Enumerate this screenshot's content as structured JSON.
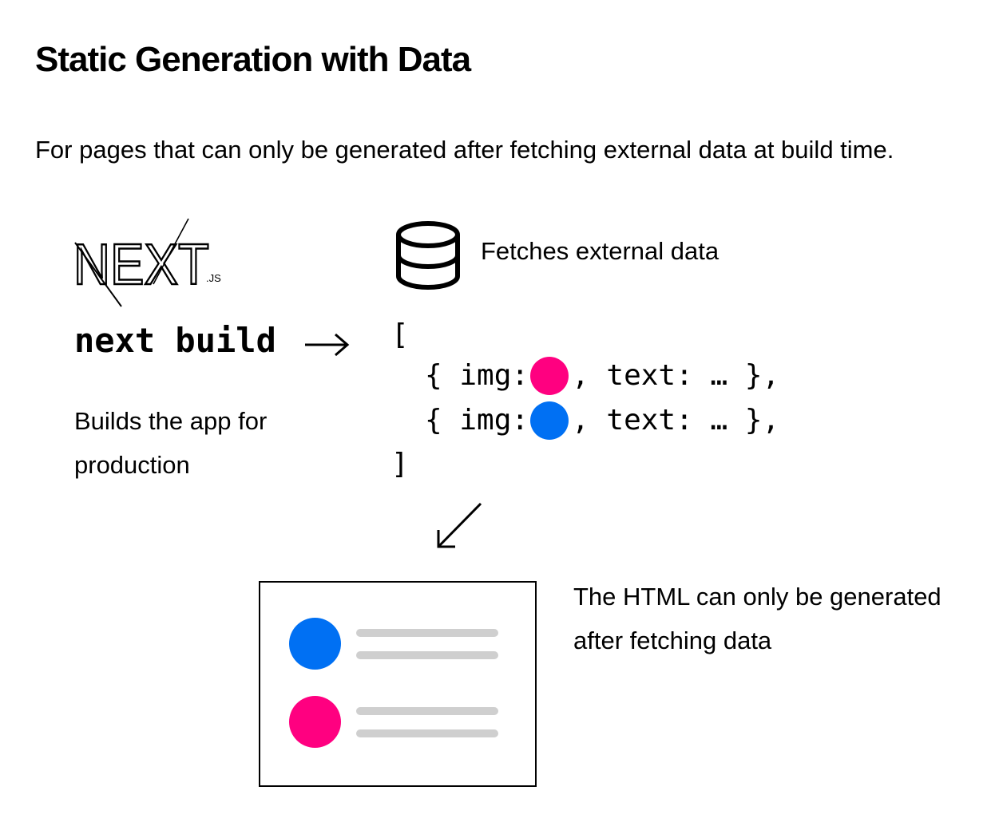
{
  "title": "Static Generation with Data",
  "subtitle": "For pages that can only be generated after fetching external data at build time.",
  "logo": {
    "wordmark": "NEXT",
    "suffix": ".JS"
  },
  "build": {
    "command": "next build",
    "description": "Builds the app for production"
  },
  "fetch": {
    "label": "Fetches external data"
  },
  "code": {
    "open": "[",
    "rows": [
      {
        "prefix": "{ img:",
        "suffix": ", text: … },",
        "color": "#ff0080"
      },
      {
        "prefix": "{ img:",
        "suffix": ", text: … },",
        "color": "#0070f3"
      }
    ],
    "close": "]"
  },
  "output": {
    "items": [
      {
        "color": "#0070f3"
      },
      {
        "color": "#ff0080"
      }
    ],
    "description": "The HTML can only be generated after fetching data"
  },
  "colors": {
    "pink": "#ff0080",
    "blue": "#0070f3",
    "placeholder_line": "#cfcfcf"
  }
}
